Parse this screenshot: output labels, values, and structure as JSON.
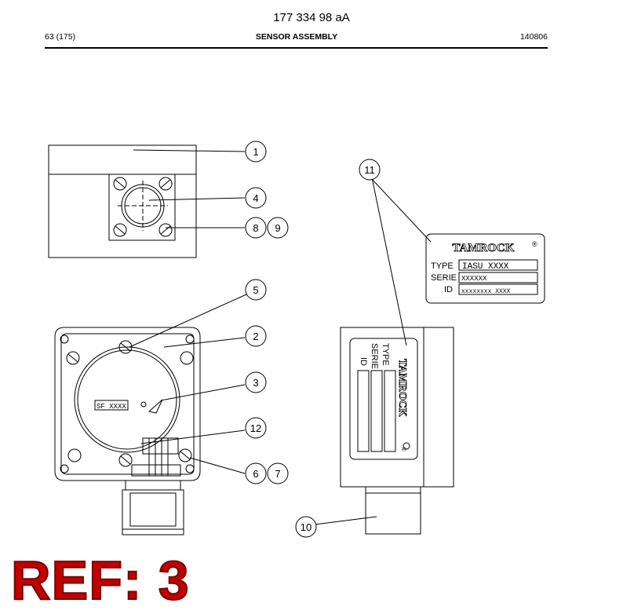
{
  "header": {
    "doc_number": "177 334 98 aA",
    "page": "63 (175)",
    "title": "SENSOR ASSEMBLY",
    "date_code": "140806"
  },
  "callouts": [
    "1",
    "2",
    "3",
    "4",
    "5",
    "6",
    "7",
    "8",
    "9",
    "10",
    "11",
    "12"
  ],
  "label_plate": {
    "brand": "TAMROCK",
    "registered": "®",
    "type_label": "TYPE",
    "type_value": "IASU XXXX",
    "serie_label": "SERIE",
    "serie_value": "XXXXXX",
    "id_label": "ID",
    "id_value": "xxxxxxxx  XXXX"
  },
  "side_plate": {
    "brand": "TAMROCK",
    "registered": "®",
    "type_label": "TYPE",
    "serie_label": "SERIE",
    "id_label": "ID"
  },
  "sensor_marking": "SF XXXX",
  "ref_stamp": "REF: 3"
}
